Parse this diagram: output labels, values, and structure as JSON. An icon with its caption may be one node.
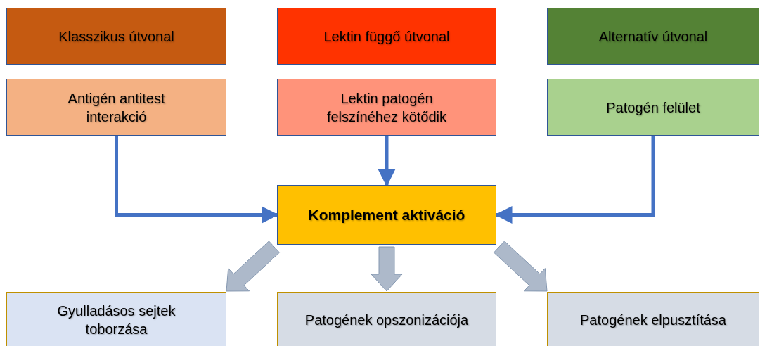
{
  "diagram": {
    "nodes": [
      {
        "text": [
          "Klasszikus útvonal"
        ]
      },
      {
        "text": [
          "Lektin függő útvonal"
        ]
      },
      {
        "text": [
          "Alternatív útvonal"
        ]
      },
      {
        "text": [
          "Antigén antitest interakció"
        ]
      },
      {
        "text": [
          "Lektin patogén felszínéhez kötődik"
        ]
      },
      {
        "text": [
          "Patogén felület"
        ]
      },
      {
        "text": [
          "Komplement aktiváció"
        ]
      },
      {
        "text": [
          "Gyulladásos sejtek toborzása"
        ]
      },
      {
        "text": [
          "Patogének opszonizációja"
        ]
      },
      {
        "text": [
          "Patogének elpusztítása"
        ]
      }
    ],
    "edges": [
      {
        "from": 3,
        "to": 6,
        "arrow": "to"
      },
      {
        "from": 4,
        "to": 6,
        "arrow": "to"
      },
      {
        "from": 5,
        "to": 6,
        "arrow": "to"
      },
      {
        "from": 6,
        "to": 7,
        "arrow": "to",
        "style": "thick",
        "color": "#adb9ca"
      },
      {
        "from": 6,
        "to": 8,
        "arrow": "to",
        "style": "thick",
        "color": "#adb9ca"
      },
      {
        "from": 6,
        "to": 9,
        "arrow": "to",
        "style": "thick",
        "color": "#adb9ca"
      }
    ]
  }
}
